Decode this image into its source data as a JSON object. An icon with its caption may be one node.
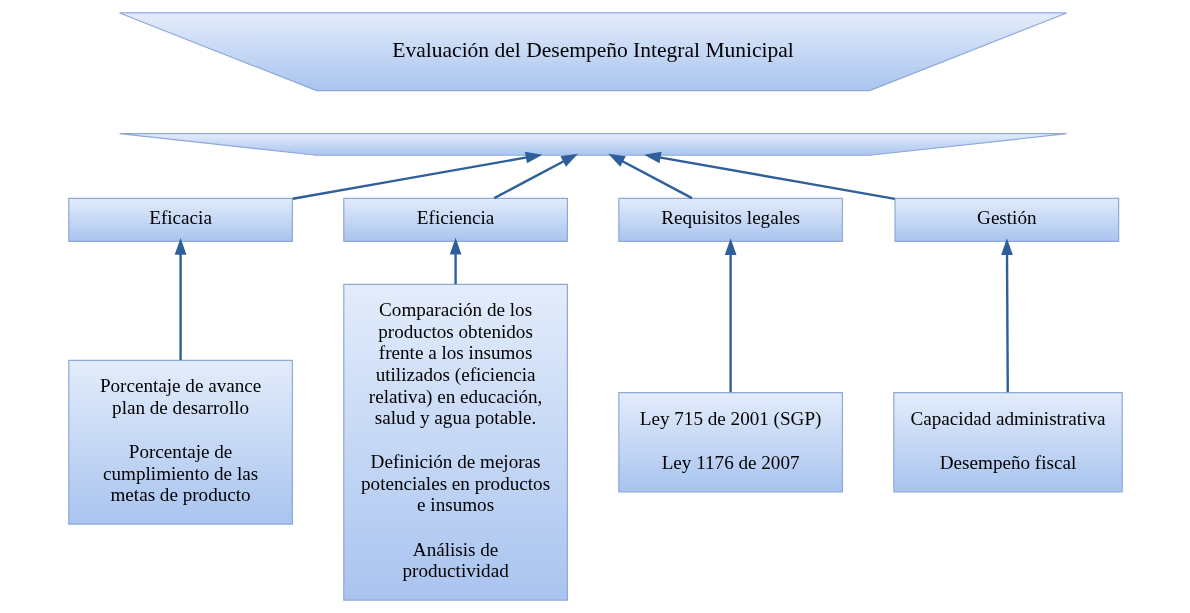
{
  "diagram": {
    "nodes": [
      {
        "text": [
          "Evaluación del Desempeño Integral Municipal"
        ]
      },
      {
        "text": [],
        "shape": "trapezium"
      },
      {
        "text": [
          "Eficacia"
        ]
      },
      {
        "text": [
          "Eficiencia"
        ]
      },
      {
        "text": [
          "Requisitos legales"
        ]
      },
      {
        "text": [
          "Gestión"
        ]
      },
      {
        "text": [
          "Porcentaje de avance plan de desarrollo",
          "Porcentaje de cumplimiento de las metas de producto"
        ]
      },
      {
        "text": [
          "Comparación de los productos obtenidos frente a los insumos utilizados (eficiencia relativa) en educación, salud y agua potable.",
          "Definición de mejoras potenciales en productos e insumos",
          "Análisis de productividad"
        ]
      },
      {
        "text": [
          "Ley 715 de 2001 (SGP)",
          "Ley 1176 de 2007"
        ]
      },
      {
        "text": [
          "Capacidad administrativa",
          "Desempeño fiscal"
        ]
      }
    ],
    "edges": [
      {
        "from": 2,
        "to": 1,
        "arrow": "to"
      },
      {
        "from": 3,
        "to": 1,
        "arrow": "to"
      },
      {
        "from": 4,
        "to": 1,
        "arrow": "to"
      },
      {
        "from": 5,
        "to": 1,
        "arrow": "to"
      },
      {
        "from": 6,
        "to": 2,
        "arrow": "to"
      },
      {
        "from": 7,
        "to": 3,
        "arrow": "to"
      },
      {
        "from": 8,
        "to": 4,
        "arrow": "to"
      },
      {
        "from": 9,
        "to": 5,
        "arrow": "to"
      }
    ]
  }
}
